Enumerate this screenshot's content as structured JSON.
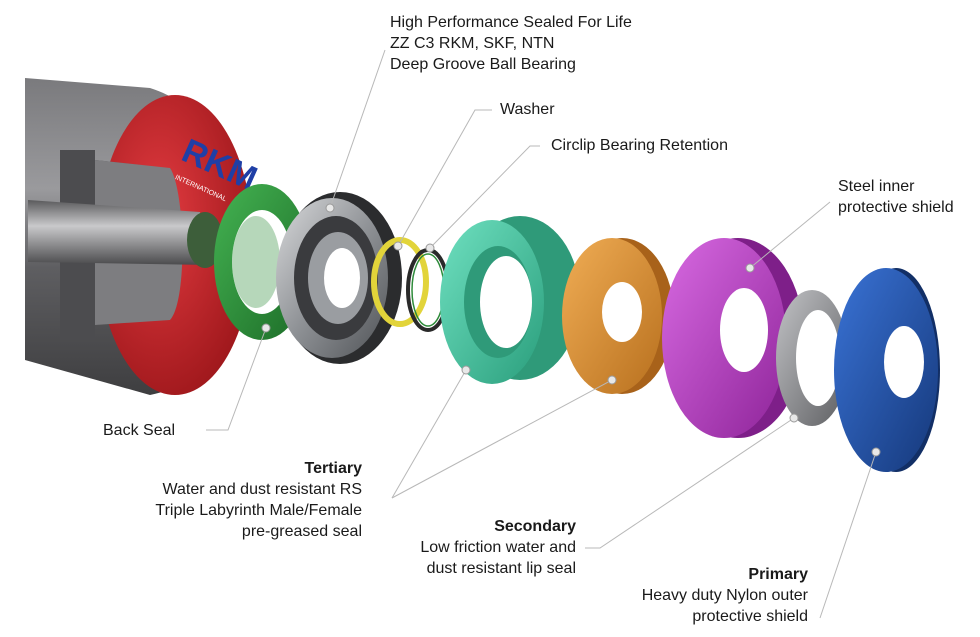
{
  "logo": {
    "brand": "RKM",
    "sub": "INTERNATIONAL"
  },
  "colors": {
    "shell": "#6b6b6e",
    "endcap_red": "#c8202a",
    "back_seal": "#2e8b3a",
    "bearing": "#8a8d92",
    "washer": "#e2d43a",
    "circlip": "#2a2a2a",
    "tertiary_seal": "#44c9a4",
    "secondary_seal": "#d98d2e",
    "steel_shield": "#b53cc0",
    "gray_ring": "#8e8f92",
    "primary_shield": "#1f4fa8"
  },
  "labels": {
    "bearing": {
      "lines": [
        "High Performance Sealed For Life",
        "ZZ C3 RKM, SKF, NTN",
        "Deep Groove Ball Bearing"
      ]
    },
    "washer": {
      "text": "Washer"
    },
    "circlip": {
      "text": "Circlip Bearing Retention"
    },
    "steel_shield": {
      "lines": [
        "Steel inner",
        "protective shield"
      ]
    },
    "back_seal": {
      "text": "Back Seal"
    },
    "tertiary": {
      "heading": "Tertiary",
      "lines": [
        "Water and dust resistant RS",
        "Triple Labyrinth Male/Female",
        "pre-greased seal"
      ]
    },
    "secondary": {
      "heading": "Secondary",
      "lines": [
        "Low friction water and",
        "dust resistant lip seal"
      ]
    },
    "primary": {
      "heading": "Primary",
      "lines": [
        "Heavy duty Nylon outer",
        "protective shield"
      ]
    }
  }
}
